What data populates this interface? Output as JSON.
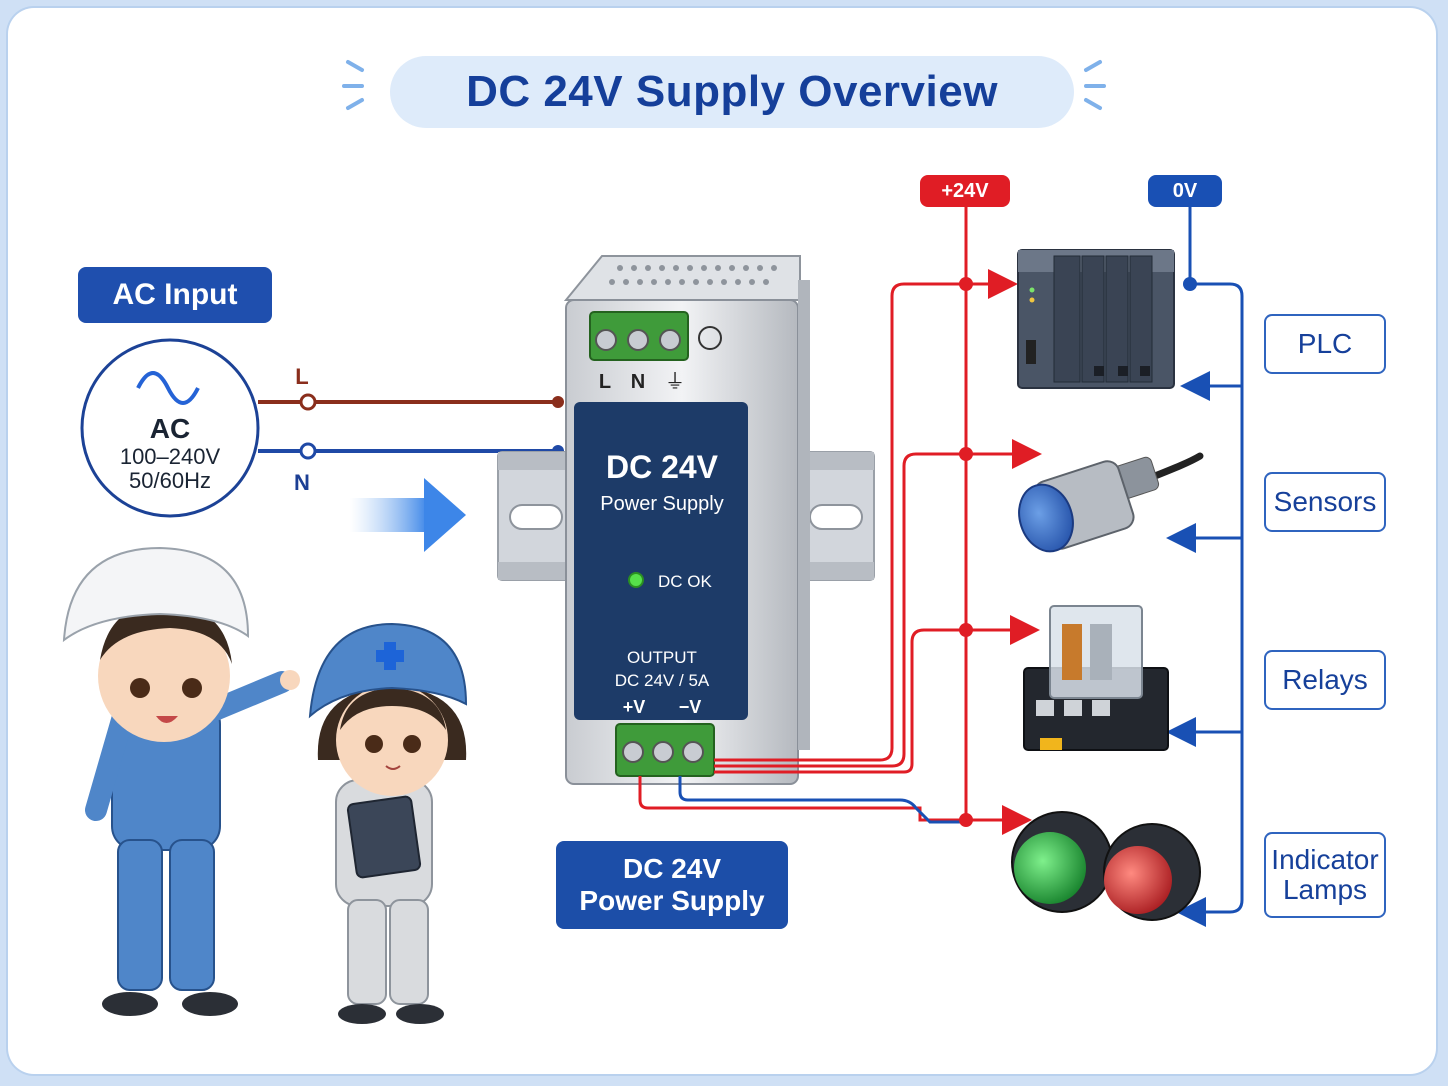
{
  "title": "DC 24V Supply Overview",
  "ac_input": {
    "label": "AC Input",
    "symbol_text": "AC",
    "voltage": "100–240V",
    "frequency": "50/60Hz",
    "line_label": "L",
    "neutral_label": "N"
  },
  "psu": {
    "terminal_labels": [
      "L",
      "N",
      "⏚"
    ],
    "panel_title": "DC 24V",
    "panel_subtitle": "Power Supply",
    "indicator": "DC OK",
    "output_title": "OUTPUT",
    "output_rating": "DC 24V / 5A",
    "plus_label": "+V",
    "minus_label": "−V",
    "caption_line1": "DC 24V",
    "caption_line2": "Power Supply"
  },
  "rails": {
    "positive": "+24V",
    "negative": "0V"
  },
  "devices": [
    {
      "label": "PLC"
    },
    {
      "label": "Sensors"
    },
    {
      "label": "Relays"
    },
    {
      "label": "Indicator",
      "label2": "Lamps"
    }
  ],
  "colors": {
    "title_text": "#153f9a",
    "positive_wire": "#e01d25",
    "negative_wire": "#1950b4",
    "line_wire": "#8a2e1c",
    "psu_panel": "#1d3b68",
    "terminal_green": "#3f9b3a",
    "lamp_green": "#1fa33a",
    "lamp_red": "#d8262a"
  }
}
